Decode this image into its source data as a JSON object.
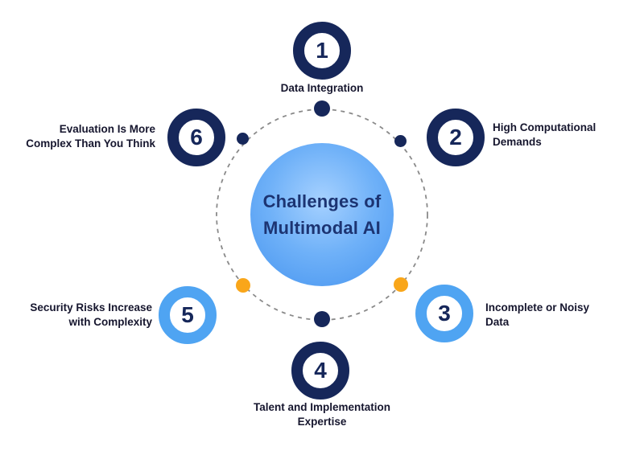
{
  "title": {
    "line1": "Challenges of",
    "line2": "Multimodal AI"
  },
  "colors": {
    "navy": "#16275A",
    "light_blue": "#4FA4F2",
    "orange": "#F9A61A",
    "title_text": "#1C3472",
    "label_text": "#16162E",
    "orbit_line": "#8A8A8A",
    "center_gradient_inner": "#A6D1FF",
    "center_gradient_outer": "#4694EF"
  },
  "nodes": [
    {
      "number": "1",
      "ring_color": "navy",
      "label_lines": [
        "Data Integration"
      ]
    },
    {
      "number": "2",
      "ring_color": "navy",
      "label_lines": [
        "High Computational",
        "Demands"
      ]
    },
    {
      "number": "3",
      "ring_color": "light_blue",
      "label_lines": [
        "Incomplete or Noisy",
        "Data"
      ]
    },
    {
      "number": "4",
      "ring_color": "navy",
      "label_lines": [
        "Talent and Implementation",
        "Expertise"
      ]
    },
    {
      "number": "5",
      "ring_color": "light_blue",
      "label_lines": [
        "Security Risks Increase",
        "with Complexity"
      ]
    },
    {
      "number": "6",
      "ring_color": "navy",
      "label_lines": [
        "Evaluation Is More",
        "Complex Than You Think"
      ]
    }
  ]
}
